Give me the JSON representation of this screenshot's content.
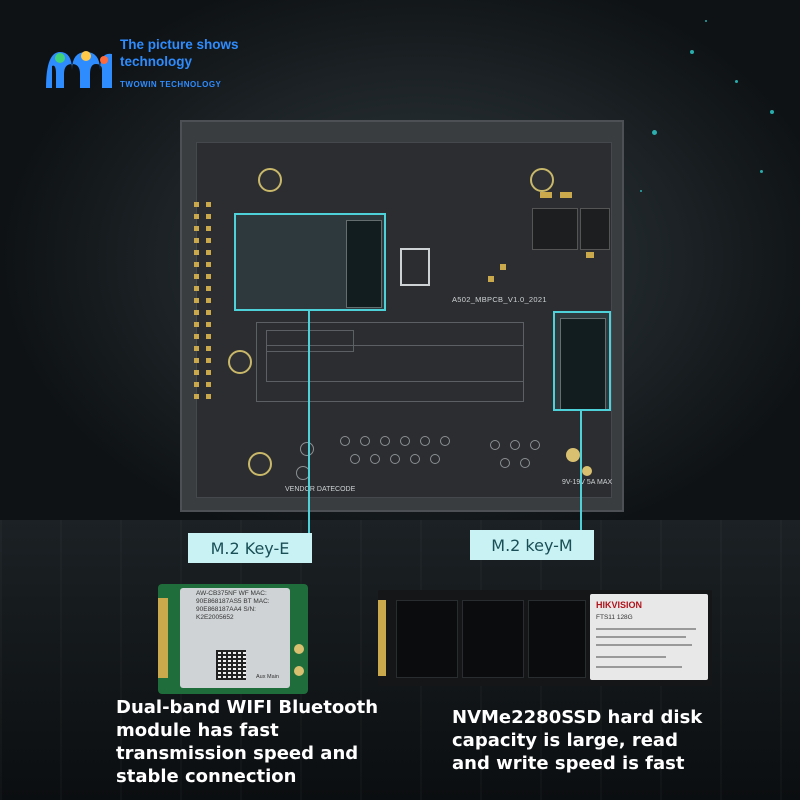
{
  "logo": {
    "title": "The picture shows technology",
    "subtitle": "TWOWIN TECHNOLOGY",
    "icon": "twowin-logo-mark",
    "color": "#2e8cff"
  },
  "board": {
    "pcb_label": "A502_MBPCB_V1.0_2021",
    "vendor_label": "VENDOR DATECODE",
    "voltage_label": "9V-19V 5A MAX"
  },
  "callouts": {
    "key_e": "M.2 Key-E",
    "key_m": "M.2 key-M",
    "accent": "#4fd1d9"
  },
  "wifi_module": {
    "label_text": "AW-CB375NF WF MAC: 90E868187AS5 BT MAC: 90E868187AA4 S/N: K2E2005652",
    "corner_text": "Aux Main"
  },
  "ssd_module": {
    "brand": "HIKVISION",
    "model": "FTS11 128G"
  },
  "descriptions": {
    "wifi": "Dual-band WIFI Bluetooth module has fast transmission speed and stable connection",
    "ssd": "NVMe2280SSD hard disk capacity is large, read and write speed is fast"
  }
}
